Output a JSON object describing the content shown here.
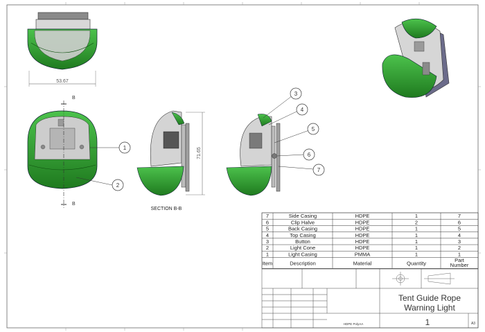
{
  "drawing": {
    "dimension_width": "53.67",
    "dimension_height": "71.65",
    "section_marker": "B",
    "section_label": "SECTION B-B",
    "balloons": [
      "1",
      "2",
      "3",
      "4",
      "5",
      "6",
      "7"
    ]
  },
  "bom": {
    "headers": [
      "Item",
      "Description",
      "Material",
      "Quantity",
      "Part Number"
    ],
    "rows": [
      {
        "item": "7",
        "description": "Side Casing",
        "material": "HDPE",
        "quantity": "1",
        "part": "7"
      },
      {
        "item": "6",
        "description": "Clip Halve",
        "material": "HDPE",
        "quantity": "2",
        "part": "6"
      },
      {
        "item": "5",
        "description": "Back Casing",
        "material": "HDPE",
        "quantity": "1",
        "part": "5"
      },
      {
        "item": "4",
        "description": "Top Casing",
        "material": "HDPE",
        "quantity": "1",
        "part": "4"
      },
      {
        "item": "3",
        "description": "Button",
        "material": "HDPE",
        "quantity": "1",
        "part": "3"
      },
      {
        "item": "2",
        "description": "Light Cone",
        "material": "HDPE",
        "quantity": "1",
        "part": "2"
      },
      {
        "item": "1",
        "description": "Light Casing",
        "material": "PMMA",
        "quantity": "1",
        "part": "1"
      }
    ]
  },
  "title_block": {
    "title_line1": "Tent Guide Rope",
    "title_line2": "Warning Light",
    "sheet_number": "1",
    "size": "A3",
    "material_note": "HDPE   PolyAA"
  },
  "colors": {
    "green": "#2fa82f",
    "green_dark": "#1d6e1d",
    "grey": "#c8c8c8",
    "line": "#333333"
  }
}
